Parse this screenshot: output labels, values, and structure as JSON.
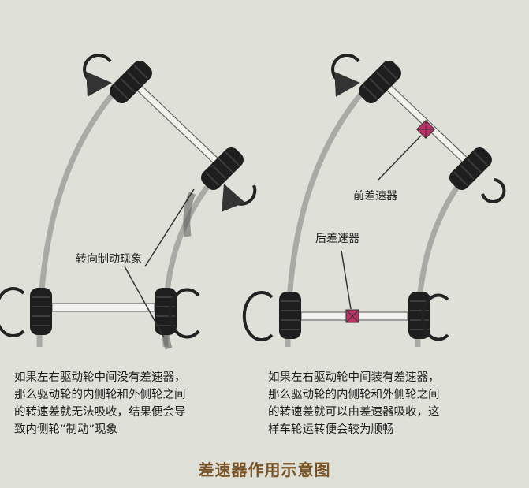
{
  "title": "差速器作用示意图",
  "left_panel": {
    "label_brake": "转向制动现象",
    "caption_lines": [
      "如果左右驱动轮中间没有差速器，",
      "那么驱动轮的内侧轮和外侧轮之间",
      "的转速差就无法吸收，结果便会导",
      "致内侧轮“制动”现象"
    ]
  },
  "right_panel": {
    "label_front_diff": "前差速器",
    "label_rear_diff": "后差速器",
    "caption_lines": [
      "如果左右驱动轮中间装有差速器，",
      "那么驱动轮的内侧轮和外侧轮之间",
      "的转速差就可以由差速器吸收，这",
      "样车轮运转便会较为顺畅"
    ]
  },
  "colors": {
    "background": "#dfe0d8",
    "tire": "#1e1e1e",
    "track": "#a9aaa6",
    "axle": "#f2f2ee",
    "differential": "#c0336a",
    "title": "#7a5324"
  }
}
